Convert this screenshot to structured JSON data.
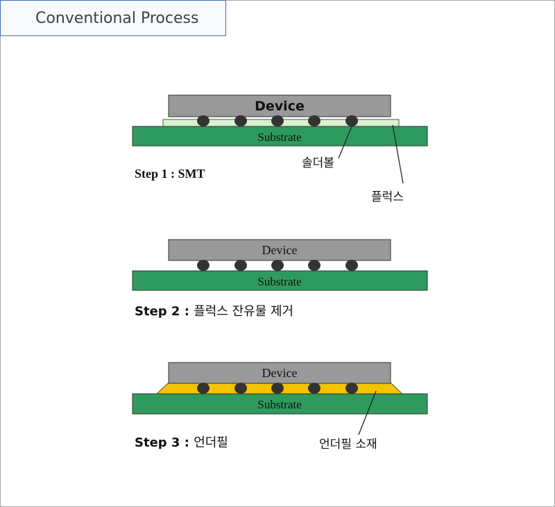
{
  "title": "Conventional Process",
  "steps": [
    {
      "device": "Device",
      "substrate": "Substrate",
      "step_label": "Step 1 : SMT",
      "callouts": [
        "솔더볼",
        "플럭스"
      ]
    },
    {
      "device": "Device",
      "substrate": "Substrate",
      "step_prefix": "Step 2 : ",
      "step_text": "플럭스 잔유물 제거"
    },
    {
      "device": "Device",
      "substrate": "Substrate",
      "step_prefix": "Step 3 : ",
      "step_text": "언더필",
      "callout": "언더필 소재"
    }
  ],
  "colors": {
    "device": "#999999",
    "substrate": "#2e9a5e",
    "flux": "#d9f2d0",
    "underfill": "#f5c400",
    "solder": "#333333"
  }
}
